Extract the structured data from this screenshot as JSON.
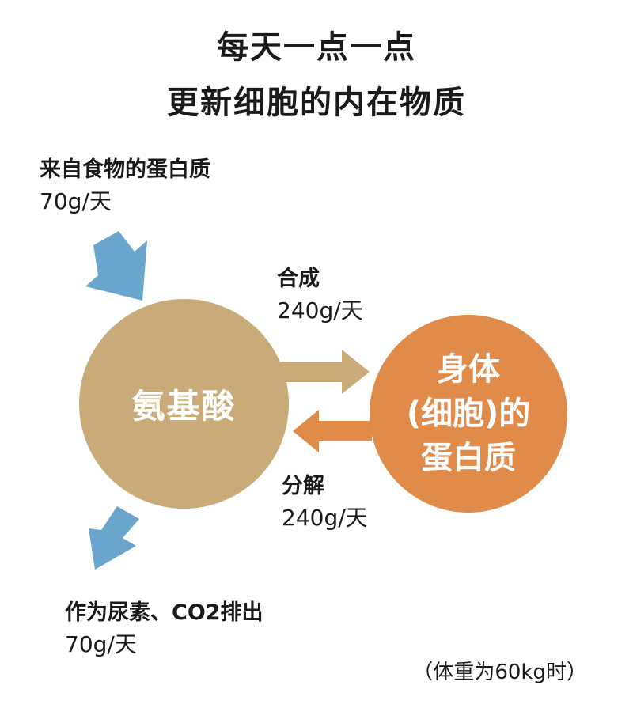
{
  "title": {
    "line1": "每天一点一点",
    "line2": "更新细胞的内在物质"
  },
  "intake": {
    "label": "来自食物的蛋白质",
    "amount": "70g/天"
  },
  "synthesis": {
    "label": "合成",
    "amount": "240g/天"
  },
  "decomposition": {
    "label": "分解",
    "amount": "240g/天"
  },
  "excretion": {
    "label": "作为尿素、CO2排出",
    "amount": "70g/天"
  },
  "amino_acid_pool": {
    "label": "氨基酸"
  },
  "body_protein": {
    "line1": "身体",
    "line2": "(细胞)的",
    "line3": "蛋白质"
  },
  "note": "（体重为60kg时）",
  "colors": {
    "amino_circle": "#c8ab78",
    "protein_circle": "#e08b4a",
    "blue_arrow": "#6aa6cc",
    "synthesis_arrow": "#c8ab78",
    "decomposition_arrow": "#e08b4a"
  }
}
